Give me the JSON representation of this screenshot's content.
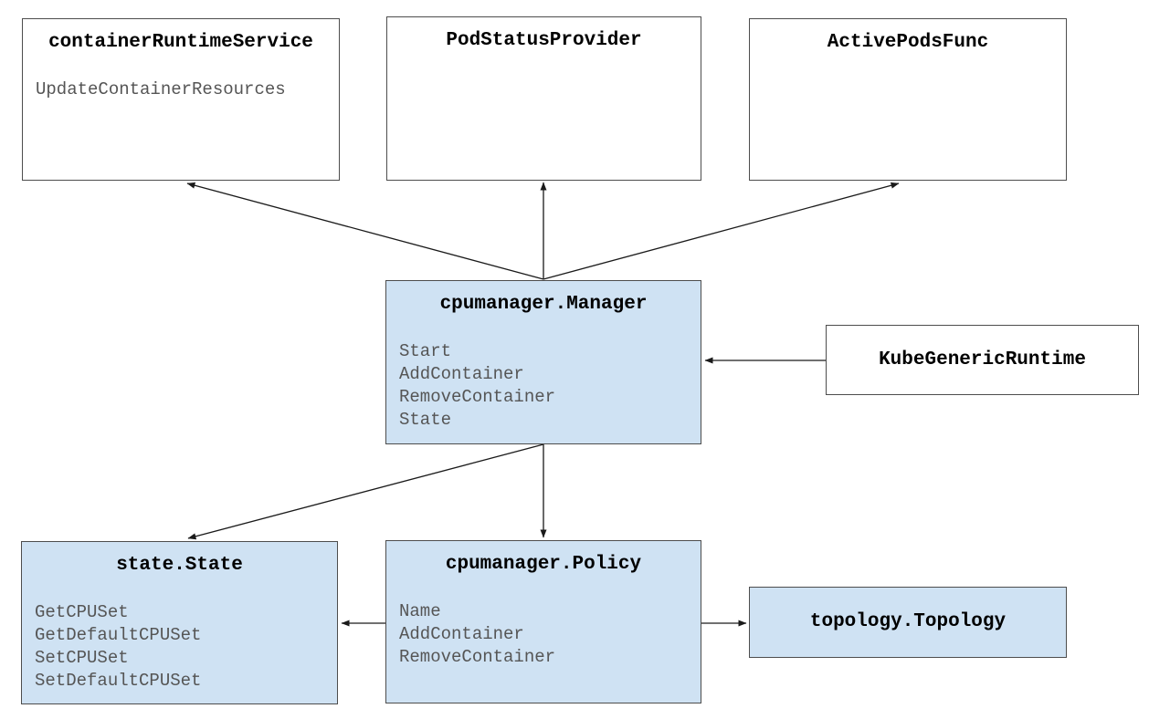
{
  "nodes": {
    "container_runtime_service": {
      "title": "containerRuntimeService",
      "methods": [
        "UpdateContainerResources"
      ],
      "fill": "#ffffff"
    },
    "pod_status_provider": {
      "title": "PodStatusProvider",
      "methods": [],
      "fill": "#ffffff"
    },
    "active_pods_func": {
      "title": "ActivePodsFunc",
      "methods": [],
      "fill": "#ffffff"
    },
    "manager": {
      "title": "cpumanager.Manager",
      "methods": [
        "Start",
        "AddContainer",
        "RemoveContainer",
        "State"
      ],
      "fill": "#cfe2f3"
    },
    "kube_generic_runtime": {
      "title": "KubeGenericRuntime",
      "methods": [],
      "fill": "#ffffff"
    },
    "state": {
      "title": "state.State",
      "methods": [
        "GetCPUSet",
        "GetDefaultCPUSet",
        "SetCPUSet",
        "SetDefaultCPUSet"
      ],
      "fill": "#cfe2f3"
    },
    "policy": {
      "title": "cpumanager.Policy",
      "methods": [
        "Name",
        "AddContainer",
        "RemoveContainer"
      ],
      "fill": "#cfe2f3"
    },
    "topology": {
      "title": "topology.Topology",
      "methods": [],
      "fill": "#cfe2f3"
    }
  },
  "edges": [
    {
      "from": "manager",
      "to": "container_runtime_service"
    },
    {
      "from": "manager",
      "to": "pod_status_provider"
    },
    {
      "from": "manager",
      "to": "active_pods_func"
    },
    {
      "from": "kube_generic_runtime",
      "to": "manager"
    },
    {
      "from": "manager",
      "to": "state"
    },
    {
      "from": "manager",
      "to": "policy"
    },
    {
      "from": "policy",
      "to": "state"
    },
    {
      "from": "policy",
      "to": "topology"
    }
  ],
  "colors": {
    "node_fill_highlight": "#cfe2f3",
    "node_fill_plain": "#ffffff",
    "node_border": "#4d4d4d",
    "arrow": "#1a1a1a",
    "title_text": "#000000",
    "method_text": "#555555",
    "background": "#ffffff"
  }
}
